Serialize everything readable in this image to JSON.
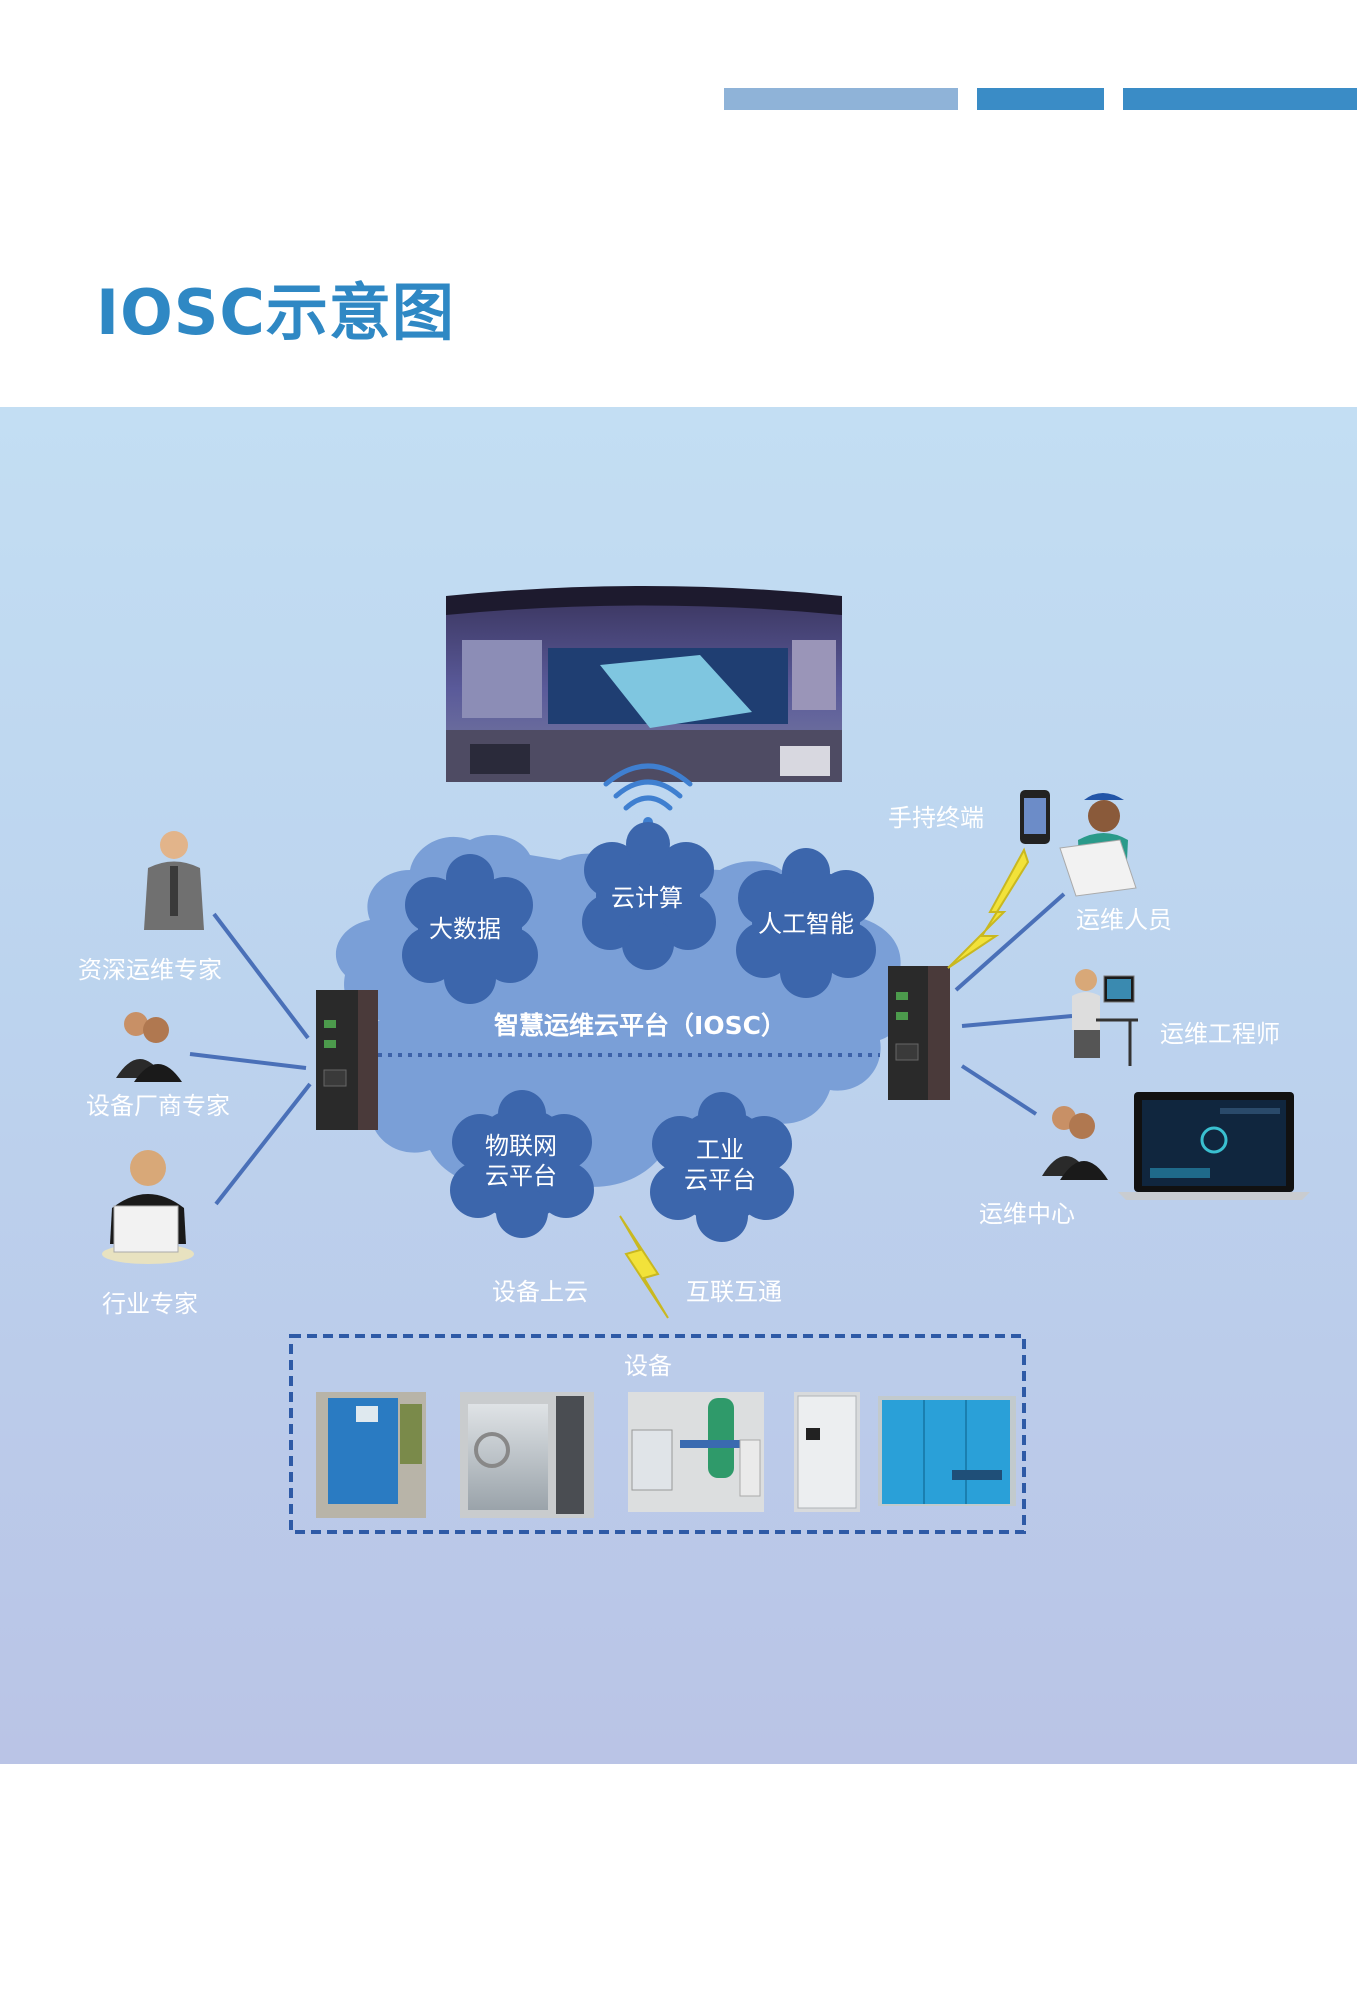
{
  "page": {
    "title": "IOSC示意图"
  },
  "colors": {
    "title": "#2f88c4",
    "bar_light": "#8fb3d8",
    "bar_dark": "#3a8cc6",
    "cloud_main": "#7a9fd7",
    "cloud_bubble": "#3c66ac",
    "line_blue": "#4a70b8",
    "bolt_yellow": "#f2e23a",
    "dashed_box": "#2e5aa6"
  },
  "platform": {
    "label": "智慧运维云平台（IOSC）"
  },
  "cloud_top": [
    "大数据",
    "云计算",
    "人工智能"
  ],
  "cloud_bottom": [
    {
      "line1": "物联网",
      "line2": "云平台"
    },
    {
      "line1": "工业",
      "line2": "云平台"
    }
  ],
  "left_people": [
    "资深运维专家",
    "设备厂商专家",
    "行业专家"
  ],
  "right_people": {
    "handheld": "手持终端",
    "ops_staff": "运维人员",
    "ops_engineer": "运维工程师",
    "ops_center": "运维中心"
  },
  "device_link": {
    "left": "设备上云",
    "right": "互联互通"
  },
  "devices": {
    "title": "设备"
  },
  "icons": [
    "wifi-icon",
    "lightning-icon",
    "smartphone-icon",
    "laptop-icon",
    "gateway-device-icon",
    "person-icon"
  ]
}
